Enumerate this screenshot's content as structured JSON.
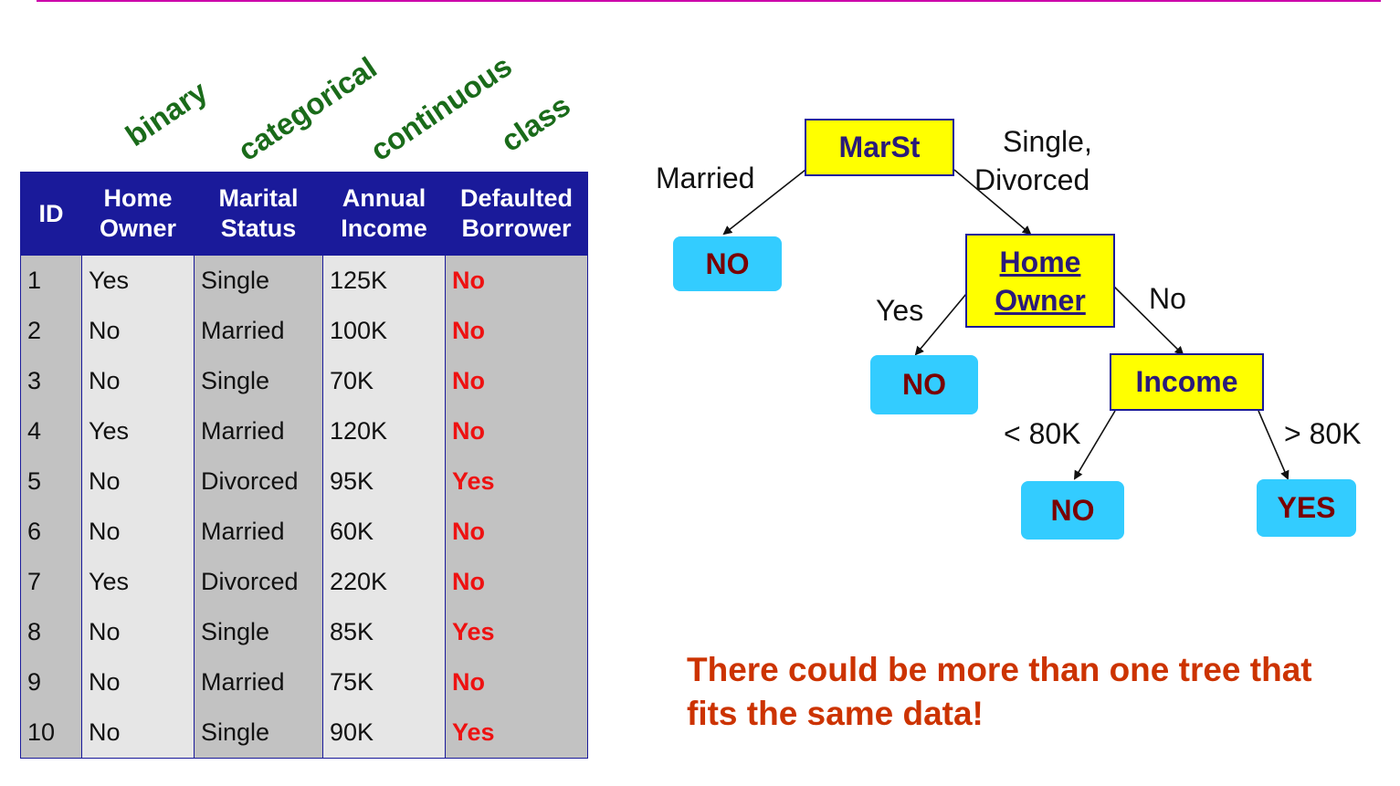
{
  "type_labels": {
    "binary": "binary",
    "categorical": "categorical",
    "continuous": "continuous",
    "class": "class"
  },
  "table": {
    "headers": {
      "id": "ID",
      "home_1": "Home",
      "home_2": "Owner",
      "marital_1": "Marital",
      "marital_2": "Status",
      "income_1": "Annual",
      "income_2": "Income",
      "class_1": "Defaulted",
      "class_2": "Borrower"
    },
    "rows": [
      {
        "id": "1",
        "home": "Yes",
        "marital": "Single",
        "income": "125K",
        "cls": "No"
      },
      {
        "id": "2",
        "home": "No",
        "marital": "Married",
        "income": "100K",
        "cls": "No"
      },
      {
        "id": "3",
        "home": "No",
        "marital": "Single",
        "income": "70K",
        "cls": "No"
      },
      {
        "id": "4",
        "home": "Yes",
        "marital": "Married",
        "income": "120K",
        "cls": "No"
      },
      {
        "id": "5",
        "home": "No",
        "marital": "Divorced",
        "income": "95K",
        "cls": "Yes"
      },
      {
        "id": "6",
        "home": "No",
        "marital": "Married",
        "income": "60K",
        "cls": "No"
      },
      {
        "id": "7",
        "home": "Yes",
        "marital": "Divorced",
        "income": "220K",
        "cls": "No"
      },
      {
        "id": "8",
        "home": "No",
        "marital": "Single",
        "income": "85K",
        "cls": "Yes"
      },
      {
        "id": "9",
        "home": "No",
        "marital": "Married",
        "income": "75K",
        "cls": "No"
      },
      {
        "id": "10",
        "home": "No",
        "marital": "Single",
        "income": "90K",
        "cls": "Yes"
      }
    ]
  },
  "tree": {
    "root": "MarSt",
    "home_owner_1": "Home",
    "home_owner_2": "Owner",
    "income": "Income",
    "leaf_married": "NO",
    "leaf_home_yes": "NO",
    "leaf_income_low": "NO",
    "leaf_income_high": "YES",
    "edge_married": "Married",
    "edge_single_1": "Single,",
    "edge_single_2": "Divorced",
    "edge_yes": "Yes",
    "edge_no": "No",
    "edge_low": "< 80K",
    "edge_high": "> 80K"
  },
  "note": {
    "line1": "There could be more than one tree that",
    "line2": "fits the same data!"
  },
  "colors": {
    "header_bg": "#1a1a9a",
    "decision_bg": "#ffff00",
    "leaf_bg": "#33ccff",
    "class_text": "#ee1111",
    "type_label": "#1a6b1a",
    "note_text": "#cc3300"
  }
}
